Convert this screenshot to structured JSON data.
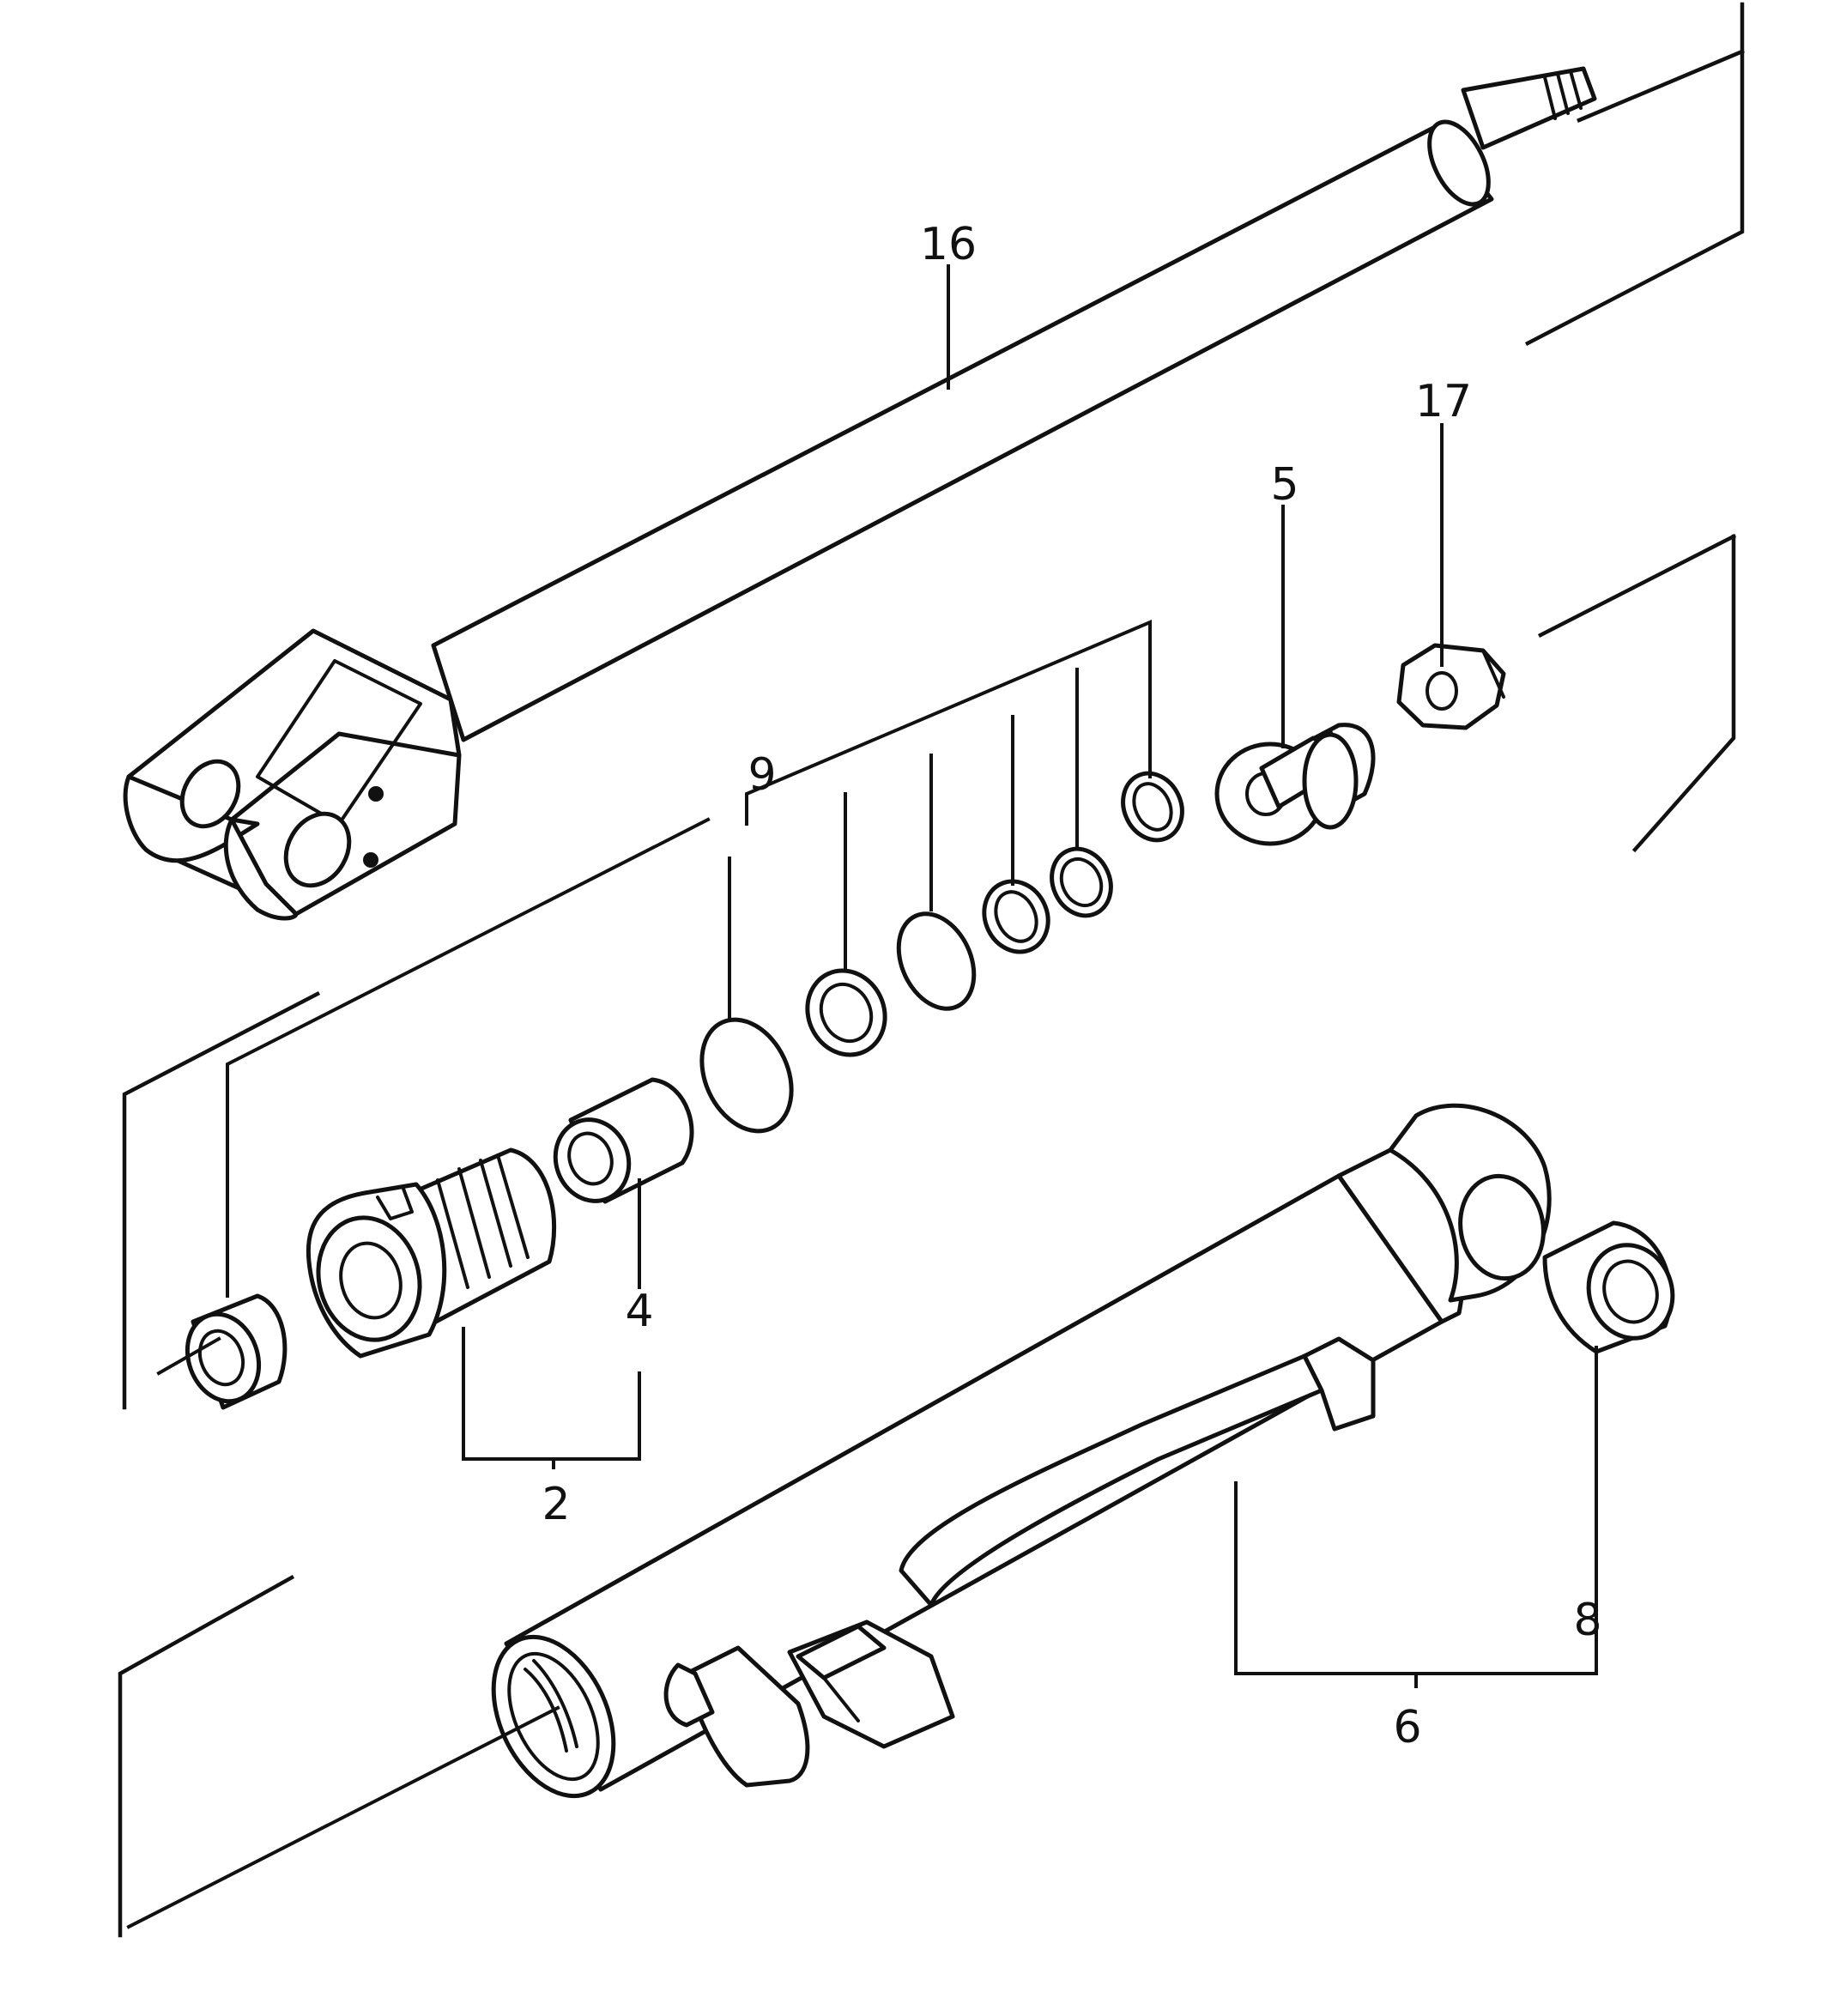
{
  "diagram": {
    "type": "exploded-parts-drawing",
    "line_color": "#111111",
    "background": "#ffffff"
  },
  "callouts": {
    "c16": "16",
    "c17": "17",
    "c5": "5",
    "c9": "9",
    "c4": "4",
    "c2": "2",
    "c8": "8",
    "c6": "6"
  }
}
